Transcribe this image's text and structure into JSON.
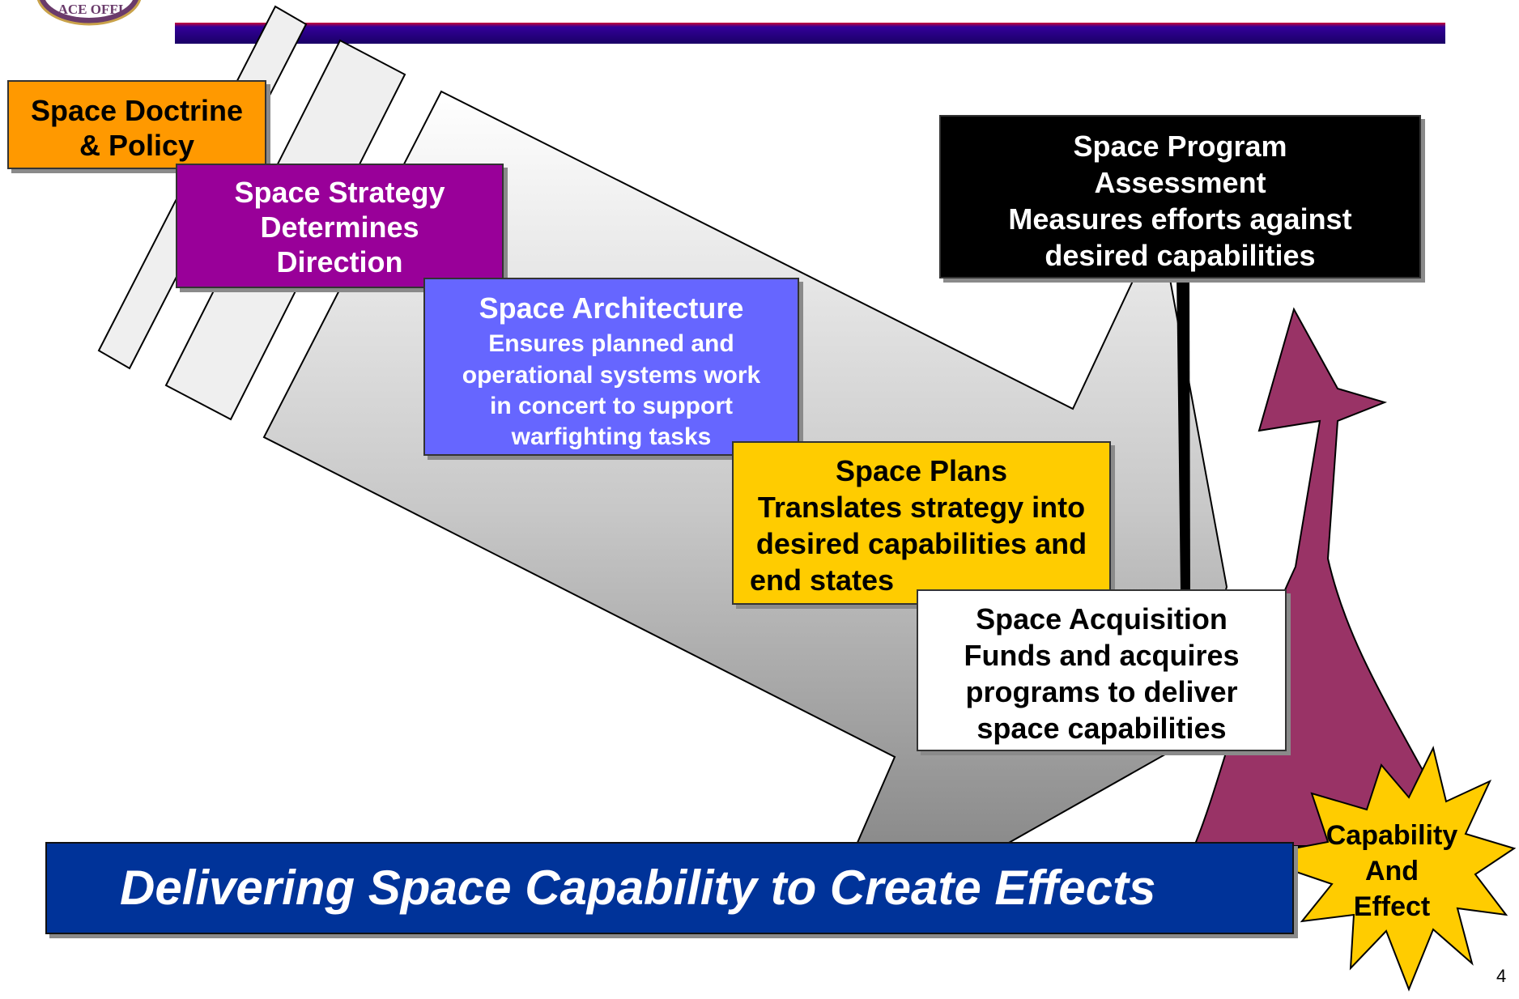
{
  "logo_text": "ACE OFFI",
  "doctrine": {
    "lines": [
      "Space Doctrine",
      "& Policy"
    ]
  },
  "strategy": {
    "lines": [
      "Space Strategy",
      "Determines",
      "Direction"
    ]
  },
  "architecture": {
    "title": "Space Architecture",
    "lines": [
      "Ensures planned and",
      "operational systems work",
      "in concert to support",
      "warfighting tasks"
    ]
  },
  "plans": {
    "lines": [
      "Space Plans",
      "Translates strategy into",
      "desired capabilities and",
      "end states"
    ]
  },
  "acquisition": {
    "lines": [
      "Space Acquisition",
      "Funds and acquires",
      "programs to deliver",
      "space capabilities"
    ]
  },
  "assessment": {
    "lines": [
      "Space Program",
      "Assessment",
      "Measures efforts against",
      "desired capabilities"
    ]
  },
  "banner": {
    "text": "Delivering Space Capability to Create Effects"
  },
  "starburst": {
    "lines": [
      "Capability",
      "And",
      "Effect"
    ]
  },
  "page_number": "4",
  "colors": {
    "doctrine": "#ff9900",
    "strategy": "#990099",
    "architecture": "#6666ff",
    "plans": "#ffcc00",
    "assessment": "#000000",
    "banner": "#003399",
    "arrow": "#993366",
    "starburst": "#ffcc00",
    "header_bar": "#330099"
  }
}
